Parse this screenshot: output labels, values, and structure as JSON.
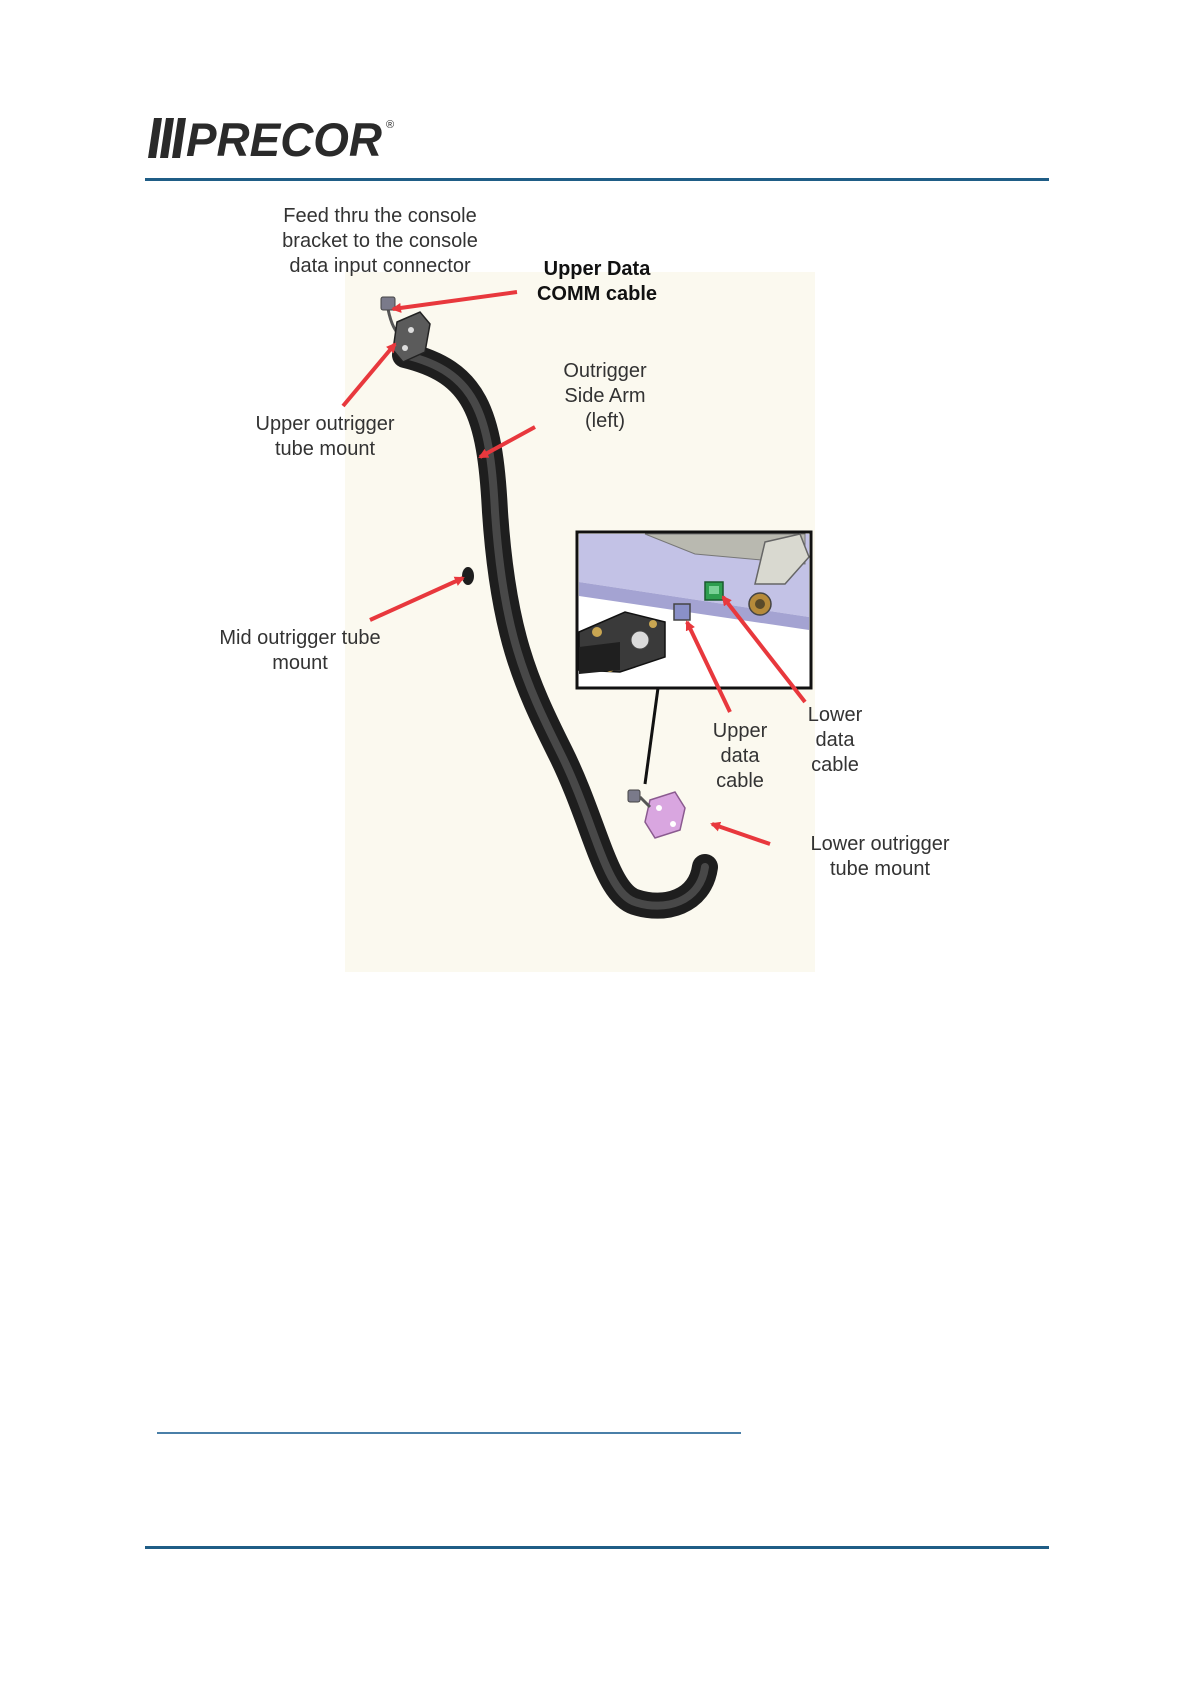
{
  "header": {
    "brand": "PRECOR",
    "brand_mark": "®"
  },
  "figure": {
    "callouts": {
      "feed_thru": "Feed thru the console\nbracket to the  console\ndata input connector",
      "upper_data_comm": "Upper Data\nCOMM cable",
      "outrigger_side_arm": "Outrigger\nSide Arm\n(left)",
      "upper_outrigger_mount": "Upper outrigger\ntube mount",
      "mid_outrigger_mount": "Mid outrigger tube\nmount",
      "upper_data_cable": "Upper\ndata\ncable",
      "lower_data_cable": "Lower\ndata\ncable",
      "lower_outrigger_mount": "Lower outrigger\ntube mount"
    },
    "colors": {
      "arrow": "#e8383d",
      "tube": "#3c3c3c",
      "connector_green": "#2e9e4f",
      "mount_pink": "#d9a6e0",
      "frame_lavender": "#c3c2e6"
    }
  }
}
